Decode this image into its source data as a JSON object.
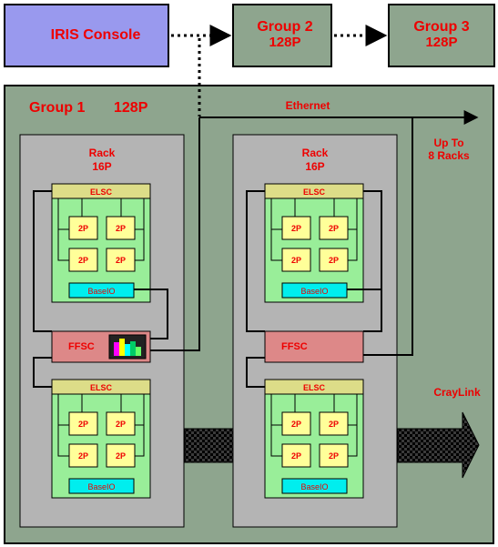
{
  "console": {
    "label": "IRIS Console"
  },
  "groups": {
    "g2": {
      "name": "Group 2",
      "procs": "128P"
    },
    "g3": {
      "name": "Group 3",
      "procs": "128P"
    },
    "g1": {
      "name": "Group 1",
      "procs": "128P"
    }
  },
  "ethernet_label": "Ethernet",
  "upto": {
    "line1": "Up To",
    "line2": "8 Racks"
  },
  "craylink_label": "CrayLink",
  "racks": [
    {
      "title": "Rack",
      "procs": "16P",
      "ffsc": "FFSC",
      "modules": [
        {
          "elsc": "ELSC",
          "cpus": [
            "2P",
            "2P",
            "2P",
            "2P"
          ],
          "baseio": "BaseIO"
        },
        {
          "elsc": "ELSC",
          "cpus": [
            "2P",
            "2P",
            "2P",
            "2P"
          ],
          "baseio": "BaseIO"
        }
      ]
    },
    {
      "title": "Rack",
      "procs": "16P",
      "ffsc": "FFSC",
      "modules": [
        {
          "elsc": "ELSC",
          "cpus": [
            "2P",
            "2P",
            "2P",
            "2P"
          ],
          "baseio": "BaseIO"
        },
        {
          "elsc": "ELSC",
          "cpus": [
            "2P",
            "2P",
            "2P",
            "2P"
          ],
          "baseio": "BaseIO"
        }
      ]
    }
  ],
  "colors": {
    "console_fill": "#9999ee",
    "group_fill": "#8ea58e",
    "rack_fill": "#b4b4b4",
    "module_fill": "#99ee99",
    "elsc_fill": "#dddd88",
    "cpu_fill": "#ffff99",
    "baseio_fill": "#00eeee",
    "ffsc_fill": "#dd8888",
    "label_red": "#ee0000"
  }
}
